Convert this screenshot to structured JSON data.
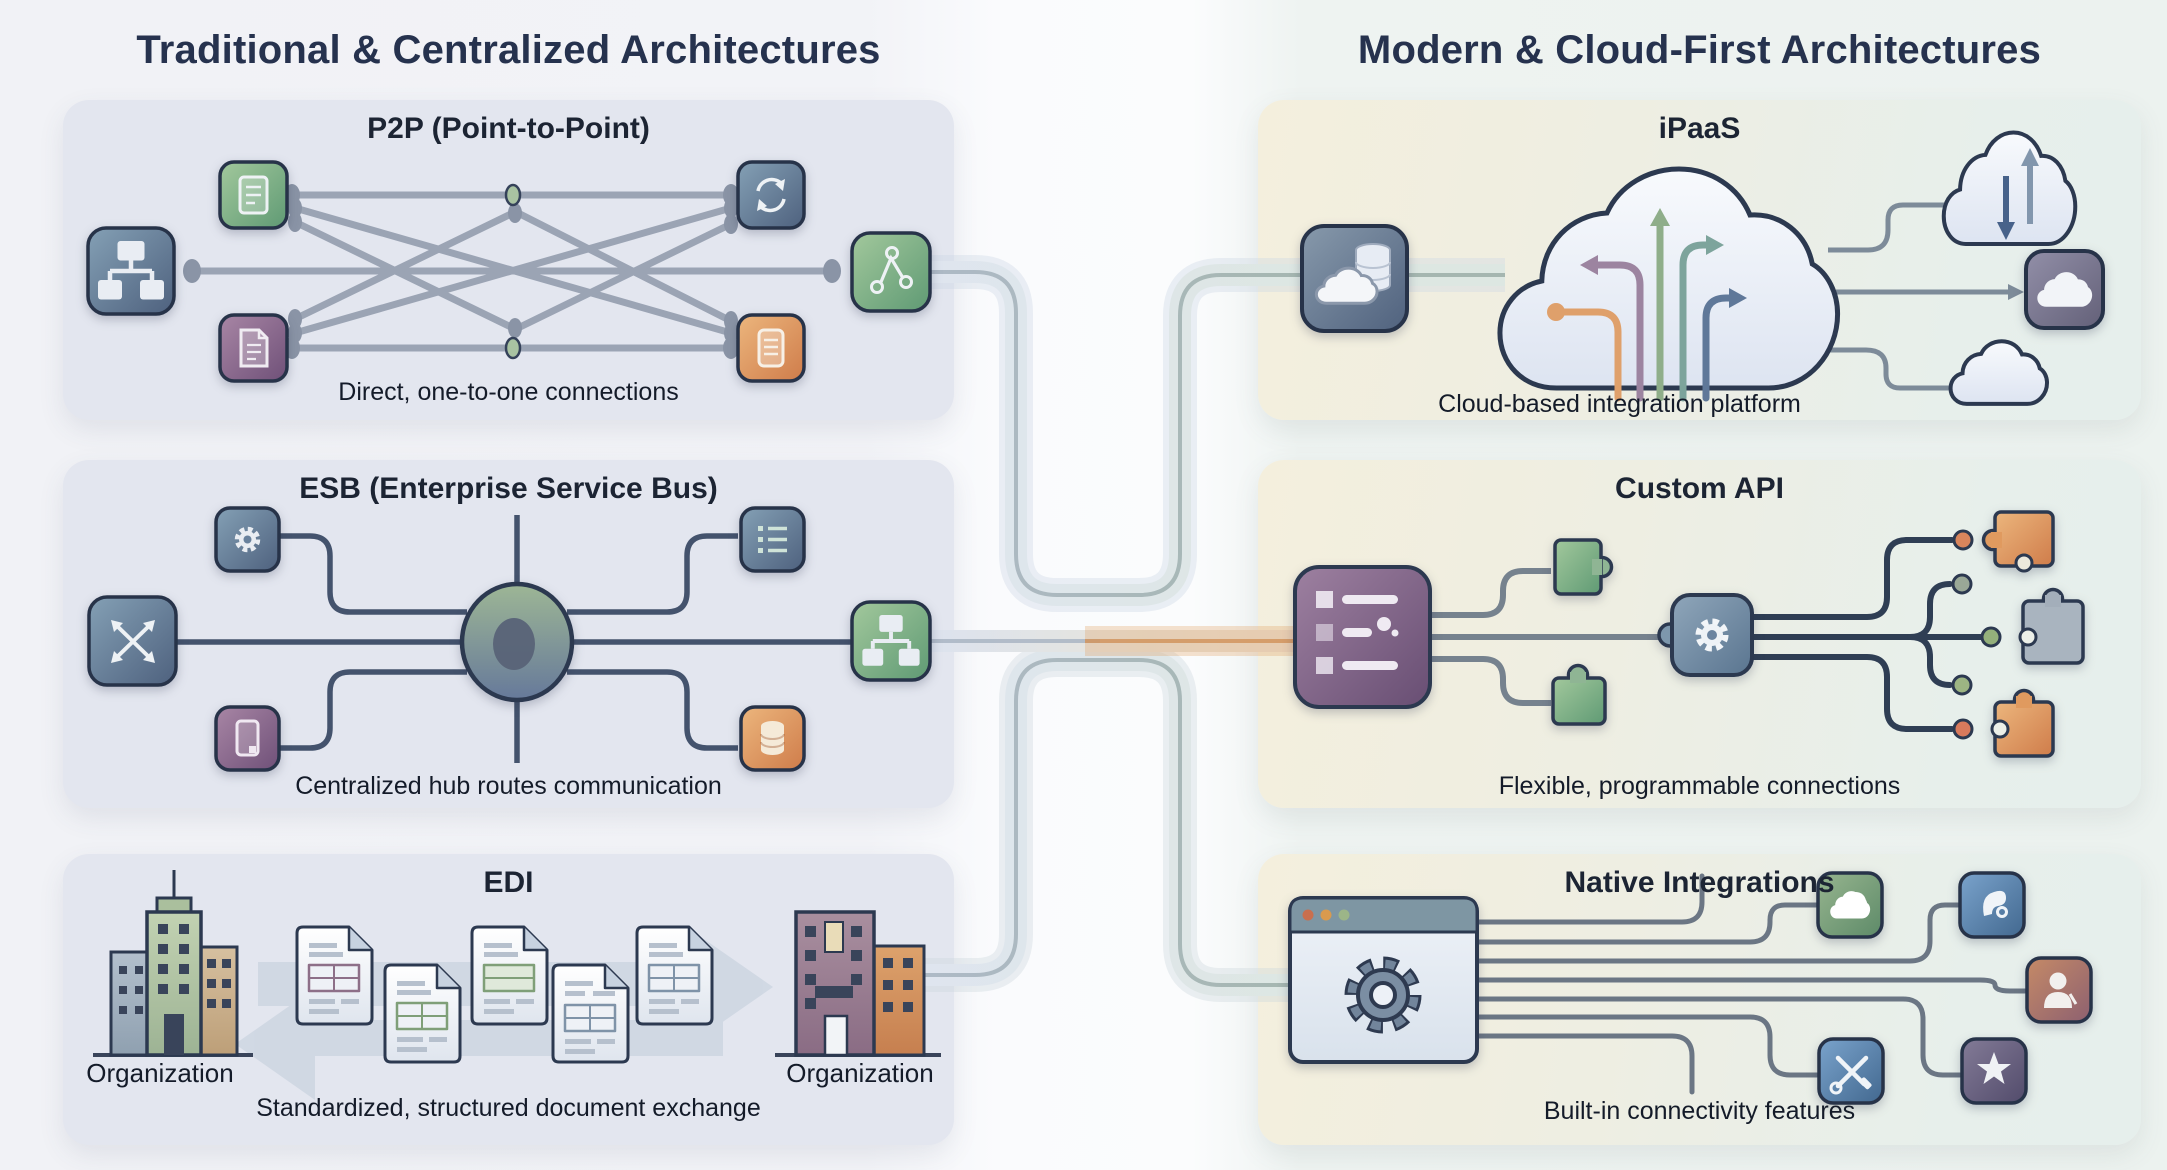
{
  "headers": {
    "left": "Traditional & Centralized Architectures",
    "right": "Modern & Cloud-First Architectures"
  },
  "panels": {
    "p2p": {
      "title": "P2P (Point-to-Point)",
      "caption": "Direct, one-to-one connections"
    },
    "esb": {
      "title": "ESB (Enterprise Service Bus)",
      "caption": "Centralized hub routes communication"
    },
    "edi": {
      "title": "EDI",
      "caption": "Standardized, structured document exchange",
      "org_left": "Organization",
      "org_right": "Organization"
    },
    "ipaas": {
      "title": "iPaaS",
      "caption": "Cloud-based integration platform"
    },
    "custom_api": {
      "title": "Custom API",
      "caption": "Flexible, programmable connections"
    },
    "native": {
      "title": "Native Integrations",
      "caption": "Built-in connectivity features"
    }
  },
  "icons": {
    "p2p": [
      "sitemap-icon",
      "tablet-document-icon",
      "document-icon",
      "sync-icon",
      "server-icon",
      "network-path-icon"
    ],
    "esb": [
      "shuffle-icon",
      "gear-icon",
      "phone-icon",
      "list-icon",
      "database-icon",
      "sitemap-icon",
      "hub-node"
    ],
    "ipaas": [
      "cloud-database-icon",
      "integration-cloud-icon",
      "sync-cloud-icon",
      "cloud-app-icon",
      "cloud-icon"
    ],
    "custom_api": [
      "api-console-icon",
      "puzzle-green-icon",
      "gear-puzzle-icon",
      "puzzle-orange-icon",
      "puzzle-grey-icon"
    ],
    "native": [
      "browser-gear-icon",
      "salesforce-cloud-icon",
      "app-logo-icon",
      "user-icon",
      "tools-icon",
      "star-icon"
    ]
  },
  "colors": {
    "header_text": "#26324e",
    "panel_left_bg": "#e3e6ef",
    "panel_right_bg_from": "#f4efdd",
    "panel_right_bg_to": "#e7efeb",
    "pipe_tube": "#dfe6f0",
    "pipe_accent_orange": "#dd9c63",
    "connector_grey": "#8a94a6",
    "dark_outline": "#2c3950"
  }
}
